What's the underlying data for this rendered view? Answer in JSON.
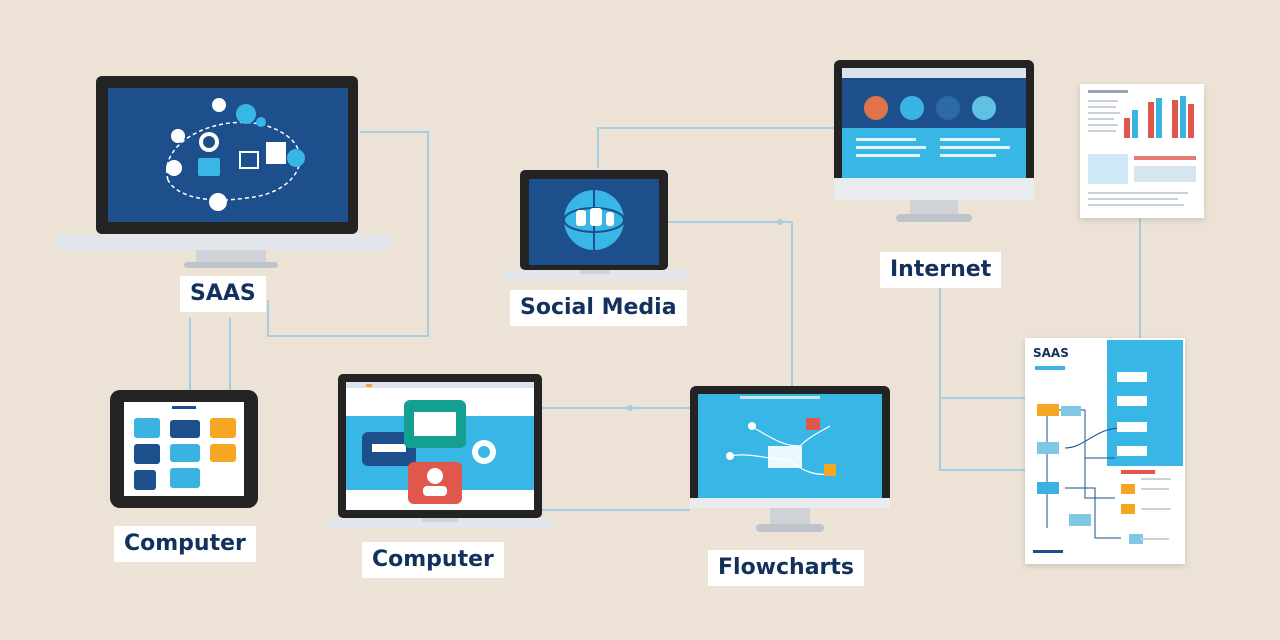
{
  "labels": {
    "saas": "SAAS",
    "social_media": "Social Media",
    "internet": "Internet",
    "computer_tablet": "Computer",
    "computer_laptop": "Computer",
    "flowcharts": "Flowcharts"
  },
  "flowchart_doc": {
    "title": "SAAS"
  },
  "colors": {
    "background": "#ece3d6",
    "label_text": "#13315c",
    "screen_navy": "#1d4f8c",
    "screen_cyan": "#3ab3e2",
    "connector": "#a9cde0",
    "device_frame": "#2a2a2a"
  }
}
